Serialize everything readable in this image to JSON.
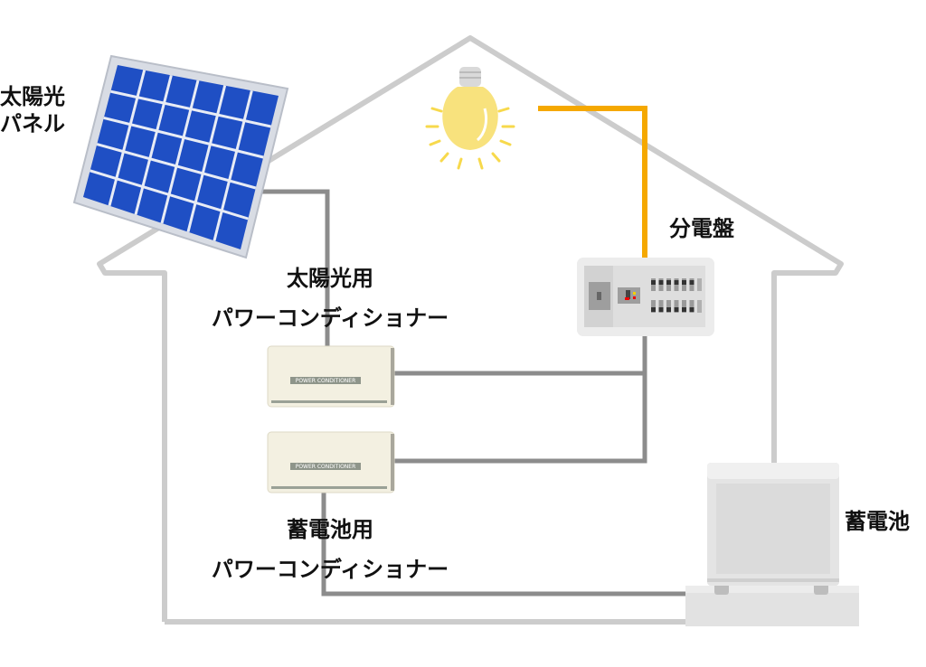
{
  "labels": {
    "solar_panel": [
      "太陽光",
      "パネル"
    ],
    "distribution_board": "分電盤",
    "solar_pcs": [
      "太陽光用",
      "パワーコンディショナー"
    ],
    "battery_pcs": [
      "蓄電池用",
      "パワーコンディショナー"
    ],
    "battery": "蓄電池"
  },
  "devices": {
    "conditioner_plate": "POWER CONDITIONER"
  },
  "colors": {
    "house": "#cccccc",
    "wire": "#8c8c8c",
    "lighting_wire": "#f5a800",
    "solar_cell": "#1f4fc4",
    "bulb": "#f8e27d"
  }
}
